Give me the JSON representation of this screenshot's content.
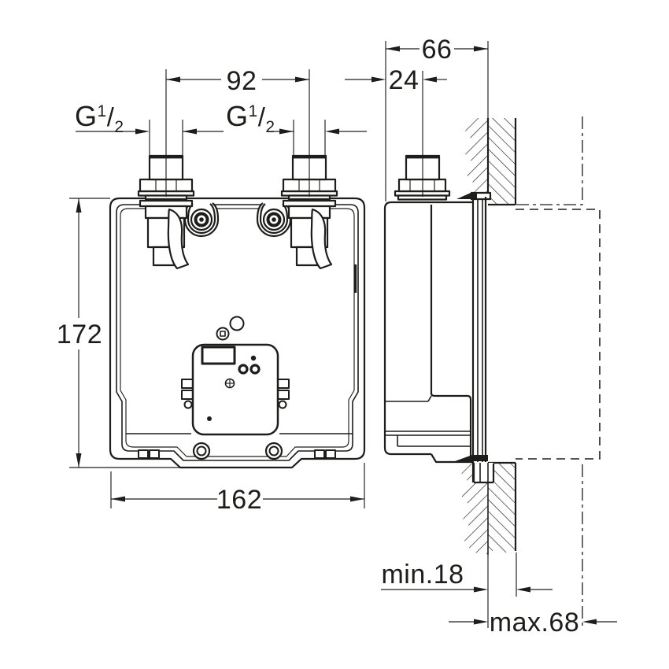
{
  "background": "#ffffff",
  "ink": "#1d1d1b",
  "dimensions": {
    "pipe_spacing": "92",
    "box_height": "172",
    "box_width": "162",
    "box_depth": "66",
    "pipe_axis_from_back": "24",
    "wall_thickness_min": "min.18",
    "wall_thickness_max": "max.68",
    "thread_size": {
      "letter": "G",
      "numerator": "1",
      "slash": "/",
      "denominator": "2"
    }
  }
}
